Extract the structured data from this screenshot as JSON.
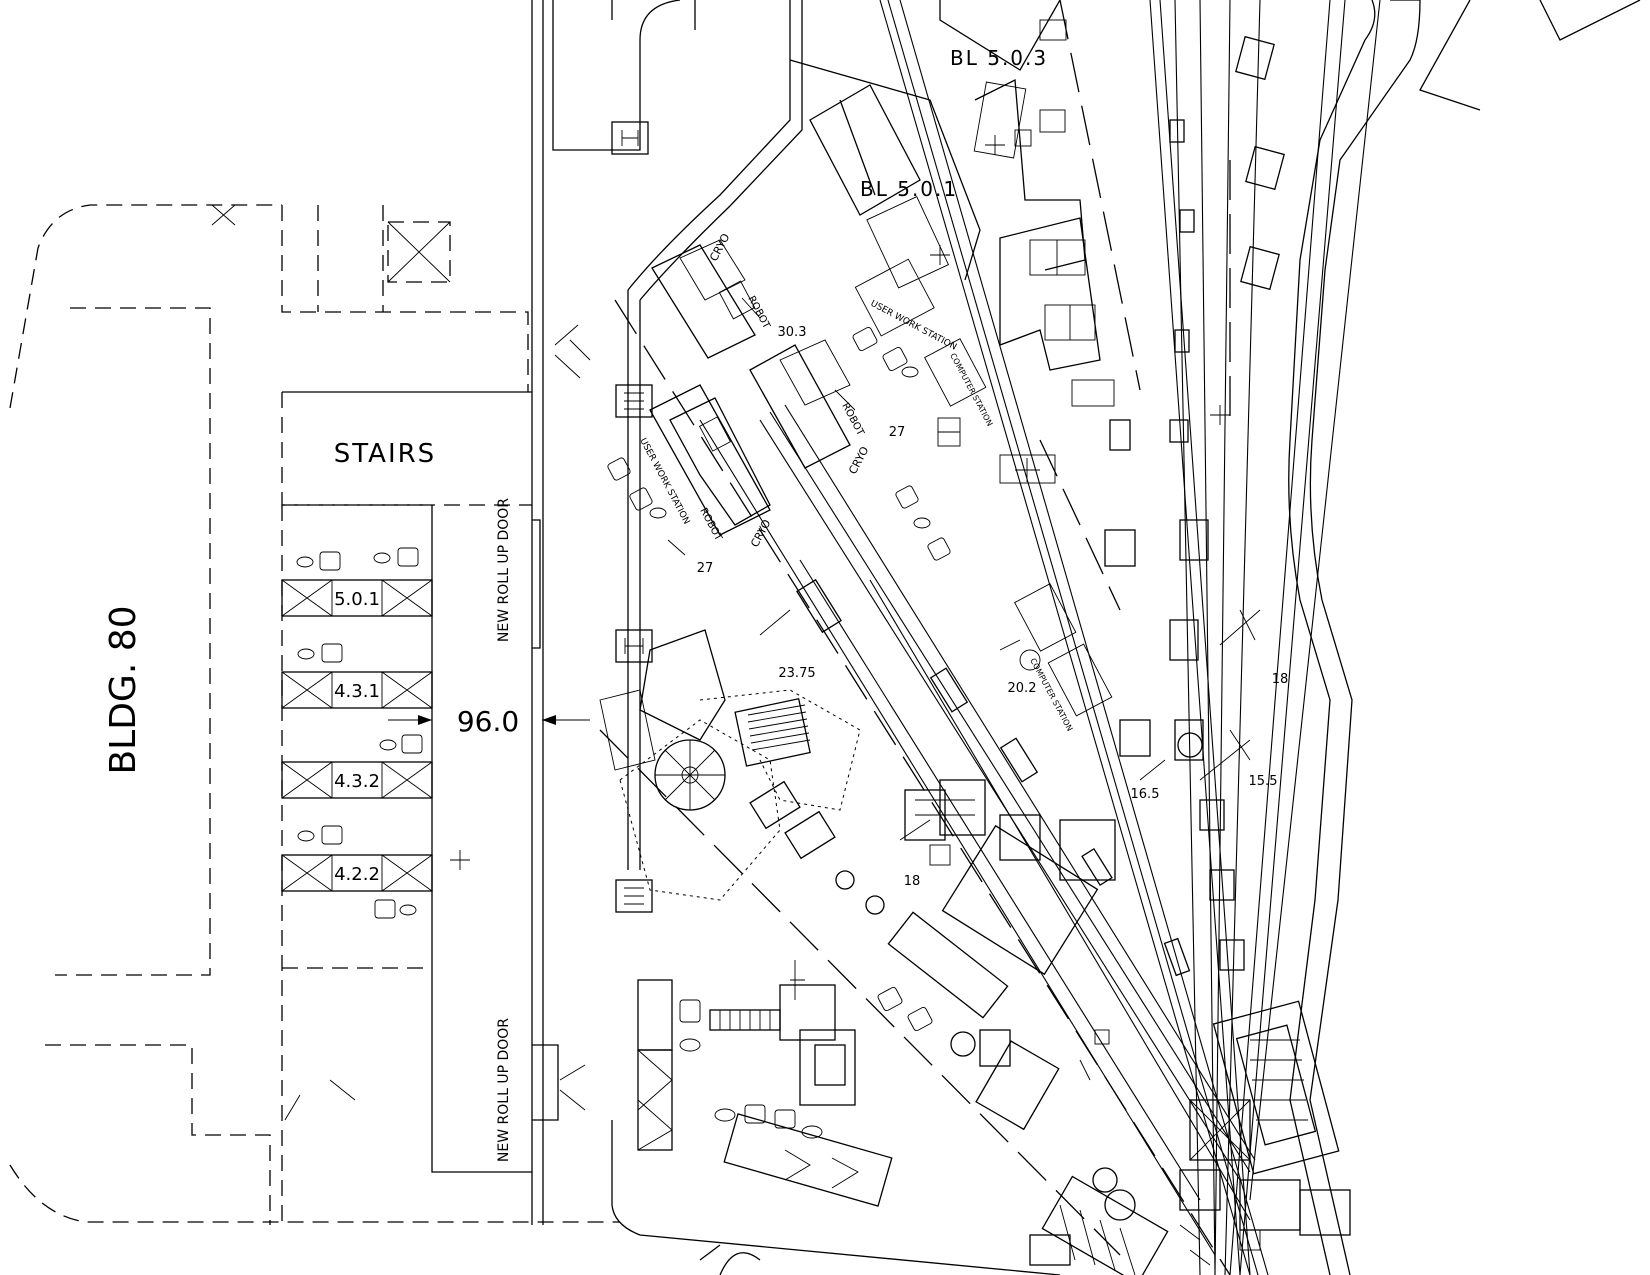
{
  "drawing": {
    "building_label": "BLDG. 80",
    "stairs_label": "STAIRS",
    "roll_up_door_upper": "NEW ROLL UP DOOR",
    "roll_up_door_lower": "NEW ROLL UP DOOR",
    "corridor_width": "96.0"
  },
  "beamlines": {
    "bl_503": "BL 5.0.3",
    "bl_501": "BL 5.0.1"
  },
  "stations": [
    {
      "label": "5.0.1"
    },
    {
      "label": "4.3.1"
    },
    {
      "label": "4.3.2"
    },
    {
      "label": "4.2.2"
    }
  ],
  "dimensions": {
    "d_30_3": "30.3",
    "d_27_upper": "27",
    "d_27_lower": "27",
    "d_23_75": "23.75",
    "d_20_2": "20.2",
    "d_18_right": "18",
    "d_18_lower": "18",
    "d_16_5": "16.5",
    "d_15_5": "15.5"
  },
  "equipment_labels": {
    "cryo_upper": "CRYO",
    "cryo_lower": "CRYO",
    "cryo_mid": "CRYO",
    "robot_a": "ROBOT",
    "robot_b": "ROBOT",
    "robot_c": "ROBOT",
    "user_work_station_a": "USER WORK STATION",
    "user_work_station_b": "USER WORK STATION",
    "computer_station_a": "COMPUTER STATION",
    "computer_station_b": "COMPUTER STATION"
  }
}
